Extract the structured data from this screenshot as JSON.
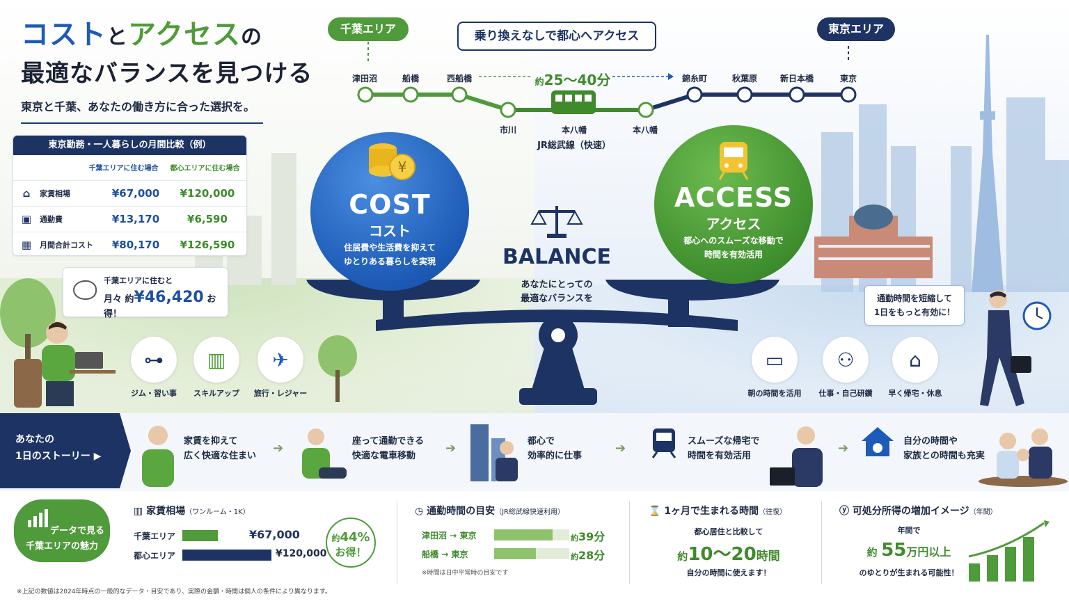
{
  "title": {
    "cost": "コスト",
    "to": "と",
    "access": "アクセス",
    "no": "の",
    "line2": "最適なバランスを見つける"
  },
  "subtitle": "東京と千葉、あなたの働き方に合った選択を。",
  "cost_table": {
    "header": "東京勤務・一人暮らしの月間比較（例）",
    "col_chiba": "千葉エリアに住む場合",
    "col_tokyo": "都心エリアに住む場合",
    "rows": [
      {
        "label": "家賃相場",
        "icon": "house-icon",
        "chiba": "¥67,000",
        "tokyo": "¥120,000"
      },
      {
        "label": "通勤費",
        "icon": "train-icon",
        "chiba": "¥13,170",
        "tokyo": "¥6,590"
      },
      {
        "label": "月間合計コスト",
        "icon": "calculator-icon",
        "chiba": "¥80,170",
        "tokyo": "¥126,590"
      }
    ]
  },
  "savings": {
    "line1": "千葉エリアに住むと",
    "prefix": "月々 約",
    "amount": "¥46,420",
    "suffix": "お得！"
  },
  "route": {
    "chiba_area": "千葉エリア",
    "tokyo_area": "東京エリア",
    "headline": "乗り換えなしで都心へアクセス",
    "duration_prefix": "約",
    "duration": "25〜40分",
    "line_name": "JR総武線（快速）",
    "stations_top": [
      "津田沼",
      "船橋",
      "西船橋",
      "錦糸町",
      "秋葉原",
      "新日本橋",
      "東京"
    ],
    "stations_bottom": [
      "市川",
      "本八幡",
      "本八幡"
    ]
  },
  "cost_circle": {
    "title": "COST",
    "jp": "コスト",
    "desc1": "住居費や生活費を抑えて",
    "desc2": "ゆとりある暮らしを実現"
  },
  "access_circle": {
    "title": "ACCESS",
    "jp": "アクセス",
    "desc1": "都心へのスムーズな移動で",
    "desc2": "時間を有効活用"
  },
  "balance": {
    "title": "BALANCE",
    "desc1": "あなたにとっての",
    "desc2": "最適なバランスを"
  },
  "chiba_benefits": [
    {
      "icon": "dumbbell-icon",
      "label": "ジム・習い事"
    },
    {
      "icon": "book-icon",
      "label": "スキルアップ"
    },
    {
      "icon": "airplane-icon",
      "label": "旅行・レジャー"
    }
  ],
  "tokyo_benefits": [
    {
      "icon": "laptop-icon",
      "label": "朝の時間を活用"
    },
    {
      "icon": "meeting-icon",
      "label": "仕事・自己研鑽"
    },
    {
      "icon": "bed-icon",
      "label": "早く帰宅・休息"
    }
  ],
  "tip": {
    "line1": "通勤時間を短縮して",
    "line2": "1日をもっと有効に！"
  },
  "story": {
    "head1": "あなたの",
    "head2": "1日のストーリー ▶",
    "items": [
      {
        "l1": "家賃を抑えて",
        "l2": "広く快適な住まい"
      },
      {
        "l1": "座って通勤できる",
        "l2": "快適な電車移動"
      },
      {
        "l1": "都心で",
        "l2": "効率的に仕事"
      },
      {
        "l1": "スムーズな帰宅で",
        "l2": "時間を有効活用"
      },
      {
        "l1": "自分の時間や",
        "l2": "家族との時間も充実"
      }
    ]
  },
  "data_badge": {
    "l1": "データで見る",
    "l2": "千葉エリアの魅力"
  },
  "rent": {
    "title": "家賃相場",
    "title_sub": "（ワンルーム・1K）",
    "chiba_label": "千葉エリア",
    "chiba_value": "¥67,000",
    "chiba_num": 67000,
    "tokyo_label": "都心エリア",
    "tokyo_value": "¥120,000",
    "tokyo_num": 120000,
    "badge_prefix": "約",
    "badge_pct": "44%",
    "badge_suffix": "お得！"
  },
  "commute": {
    "title": "通勤時間の目安",
    "title_sub": "（JR総武線快速利用）",
    "rows": [
      {
        "from": "津田沼",
        "to": "東京",
        "value": "39分",
        "num": 39
      },
      {
        "from": "船橋",
        "to": "東京",
        "value": "28分",
        "num": 28
      }
    ],
    "prefix": "約",
    "note": "※時間は日中平常時の目安です"
  },
  "monthly_time": {
    "title": "1ヶ月で生まれる時間",
    "title_sub": "（往復）",
    "line1": "都心居住と比較して",
    "prefix": "約",
    "value": "10〜20",
    "unit": "時間",
    "line3": "自分の時間に使えます！"
  },
  "income": {
    "title": "可処分所得の増加イメージ",
    "title_sub": "（年間）",
    "line1": "年間で",
    "prefix": "約",
    "value": "55",
    "unit": "万円以上",
    "line3": "のゆとりが生まれる可能性！"
  },
  "footnote": "※上記の数値は2024年時点の一般的なデータ・目安であり、実際の金額・時間は個人の条件により異なります。",
  "colors": {
    "navy": "#1c3364",
    "blue": "#1e5bb8",
    "green": "#4f9a3a"
  }
}
